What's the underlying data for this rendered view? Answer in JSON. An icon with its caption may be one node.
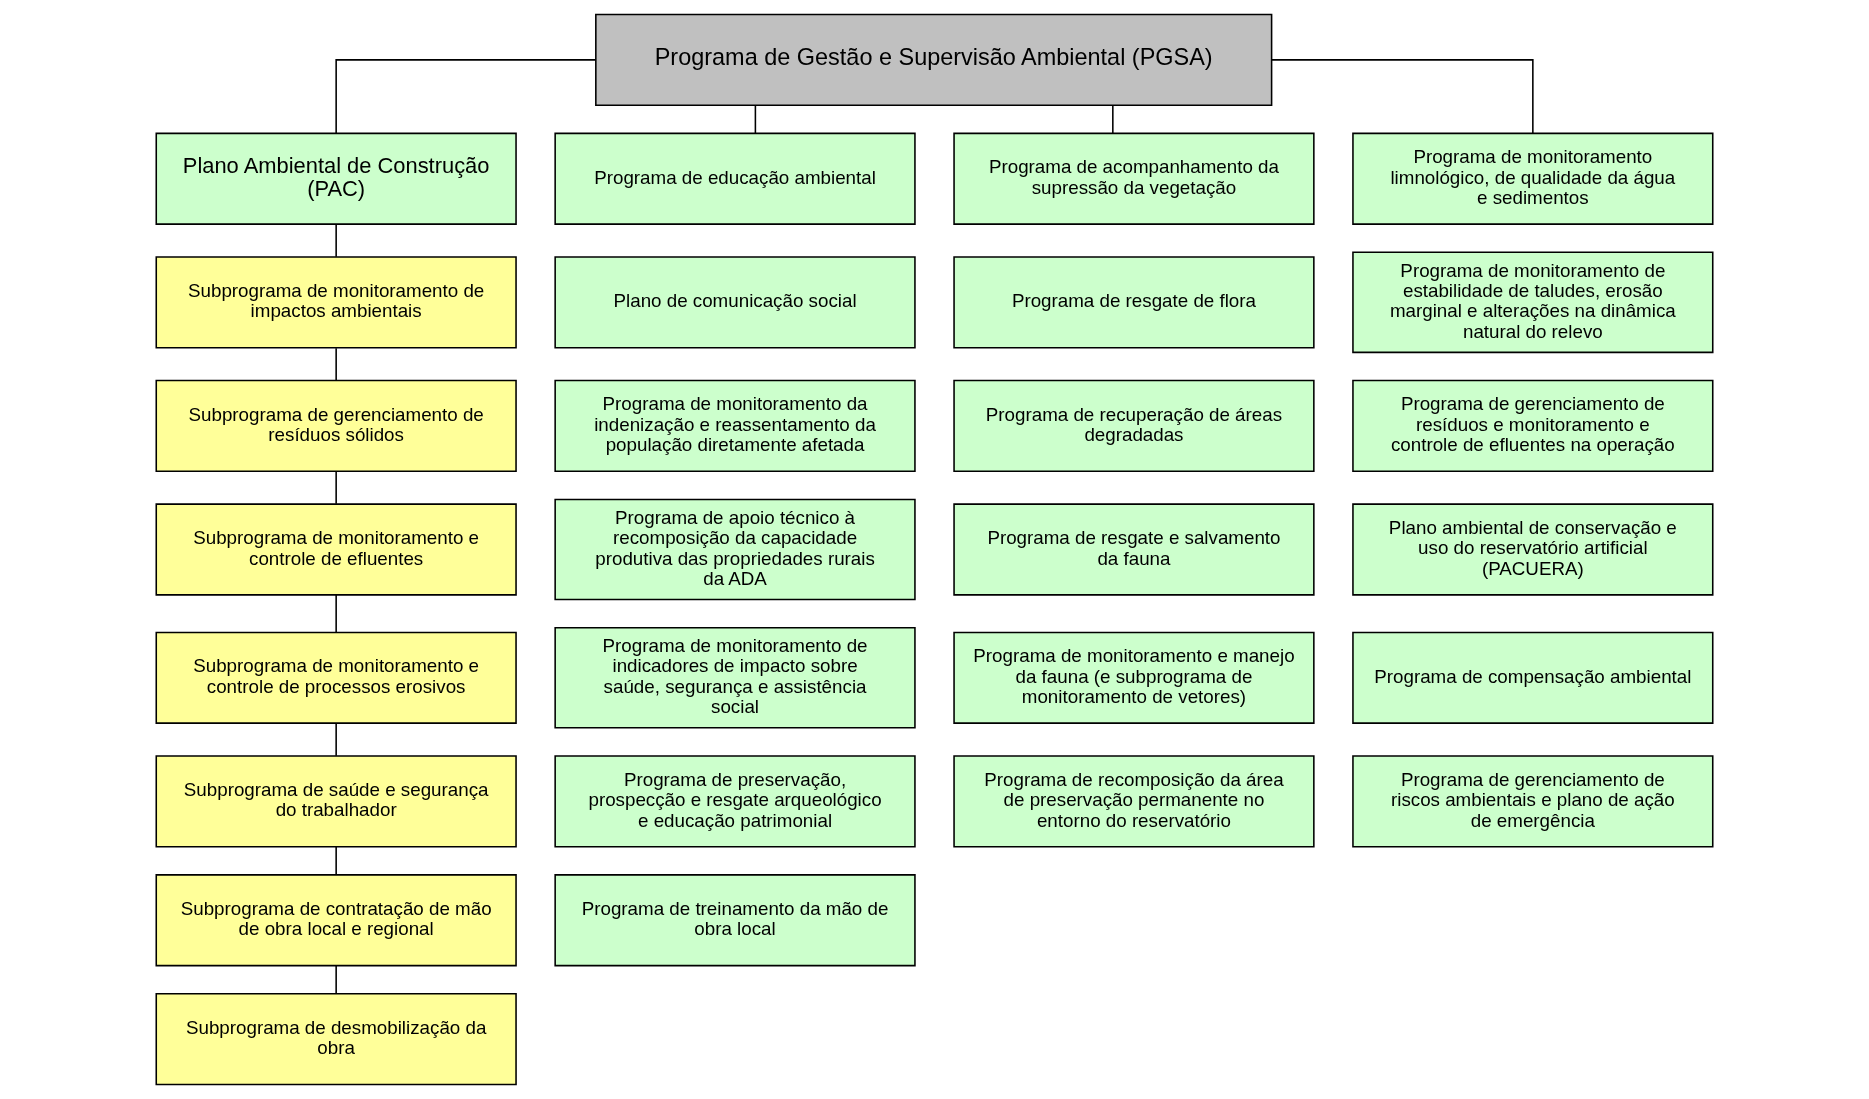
{
  "diagram": {
    "nodes": [
      {
        "text": [
          "Programa de Gestão e Supervisão Ambiental (PGSA)"
        ]
      },
      {
        "text": [
          "Plano Ambiental de Construção (PAC)"
        ]
      },
      {
        "text": [
          "Subprograma de monitoramento de impactos ambientais"
        ]
      },
      {
        "text": [
          "Subprograma de gerenciamento de resíduos sólidos"
        ]
      },
      {
        "text": [
          "Subprograma de monitoramento e controle de efluentes"
        ]
      },
      {
        "text": [
          "Subprograma de monitoramento e controle de processos erosivos"
        ]
      },
      {
        "text": [
          "Subprograma de saúde e segurança do trabalhador"
        ]
      },
      {
        "text": [
          "Subprograma de contratação de mão de obra local e regional"
        ]
      },
      {
        "text": [
          "Subprograma de desmobilização da obra"
        ]
      },
      {
        "text": [
          "Programa de educação ambiental"
        ]
      },
      {
        "text": [
          "Plano de comunicação social"
        ]
      },
      {
        "text": [
          "Programa de monitoramento da indenização e reassentamento da população diretamente afetada"
        ]
      },
      {
        "text": [
          "Programa de apoio técnico à recomposição da capacidade produtiva das propriedades rurais da ADA"
        ]
      },
      {
        "text": [
          "Programa de monitoramento de indicadores de impacto sobre saúde, segurança e assistência social"
        ]
      },
      {
        "text": [
          "Programa de preservação, prospecção e resgate arqueológico e educação patrimonial"
        ]
      },
      {
        "text": [
          "Programa de treinamento da mão de obra local"
        ]
      },
      {
        "text": [
          "Programa de acompanhamento da supressão da vegetação"
        ]
      },
      {
        "text": [
          "Programa de resgate de flora"
        ]
      },
      {
        "text": [
          "Programa de recuperação de áreas degradadas"
        ]
      },
      {
        "text": [
          "Programa de resgate e salvamento da fauna"
        ]
      },
      {
        "text": [
          "Programa de monitoramento e manejo da fauna (e subprograma de monitoramento de vetores)"
        ]
      },
      {
        "text": [
          "Programa de recomposição da área de preservação permanente no entorno do reservatório"
        ]
      },
      {
        "text": [
          "Programa de monitoramento limnológico, de qualidade da água e sedimentos"
        ]
      },
      {
        "text": [
          "Programa de monitoramento de estabilidade de taludes, erosão marginal e alterações na dinâmica natural do relevo"
        ]
      },
      {
        "text": [
          "Programa de gerenciamento de resíduos e monitoramento e controle de efluentes na operação"
        ]
      },
      {
        "text": [
          "Plano ambiental de conservação e uso do reservatório artificial (PACUERA)"
        ]
      },
      {
        "text": [
          "Programa de compensação ambiental"
        ]
      },
      {
        "text": [
          "Programa de gerenciamento de riscos ambientais e plano de ação de emergência"
        ]
      }
    ],
    "edges": [
      {
        "from": 0,
        "to": 1,
        "arrow": "none"
      },
      {
        "from": 0,
        "to": 9,
        "arrow": "none"
      },
      {
        "from": 0,
        "to": 16,
        "arrow": "none"
      },
      {
        "from": 0,
        "to": 22,
        "arrow": "none"
      },
      {
        "from": 1,
        "to": 2,
        "arrow": "none"
      },
      {
        "from": 2,
        "to": 3,
        "arrow": "none"
      },
      {
        "from": 3,
        "to": 4,
        "arrow": "none"
      },
      {
        "from": 4,
        "to": 5,
        "arrow": "none"
      },
      {
        "from": 5,
        "to": 6,
        "arrow": "none"
      },
      {
        "from": 6,
        "to": 7,
        "arrow": "none"
      },
      {
        "from": 7,
        "to": 8,
        "arrow": "none"
      }
    ]
  }
}
